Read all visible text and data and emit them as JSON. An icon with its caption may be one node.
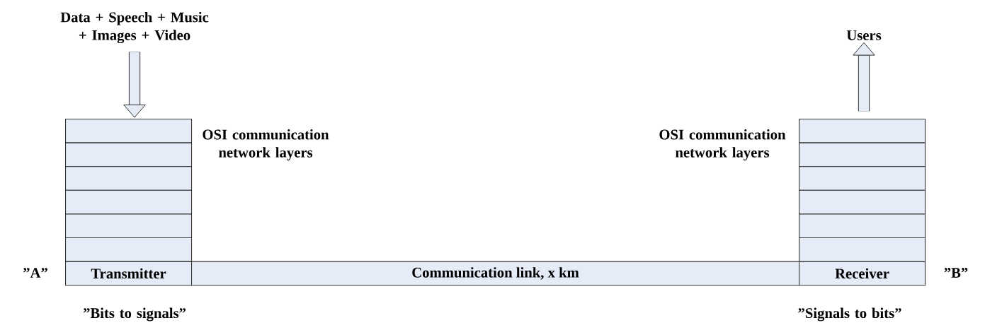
{
  "diagram": {
    "nodes": [
      {
        "text": [
          "Data + Speech + Music + Images + Video"
        ]
      },
      {
        "text": [],
        "shape": "box"
      },
      {
        "text": [],
        "shape": "box"
      },
      {
        "text": [],
        "shape": "box"
      },
      {
        "text": [],
        "shape": "box"
      },
      {
        "text": [],
        "shape": "box"
      },
      {
        "text": [],
        "shape": "box"
      },
      {
        "text": [
          "Transmitter"
        ]
      },
      {
        "text": [
          "Communication link, x km"
        ]
      },
      {
        "text": [
          "Receiver"
        ]
      },
      {
        "text": [],
        "shape": "box"
      },
      {
        "text": [],
        "shape": "box"
      },
      {
        "text": [],
        "shape": "box"
      },
      {
        "text": [],
        "shape": "box"
      },
      {
        "text": [],
        "shape": "box"
      },
      {
        "text": [],
        "shape": "box"
      },
      {
        "text": [
          "Users"
        ]
      }
    ],
    "edges": [
      {
        "from": 0,
        "to": 1,
        "arrow": "to"
      },
      {
        "from": 10,
        "to": 16,
        "arrow": "to"
      }
    ],
    "labels": [
      "OSI communication network layers",
      "OSI communication network layers",
      "”A”",
      "”B”",
      "”Bits to signals”",
      "”Signals to bits”"
    ]
  }
}
